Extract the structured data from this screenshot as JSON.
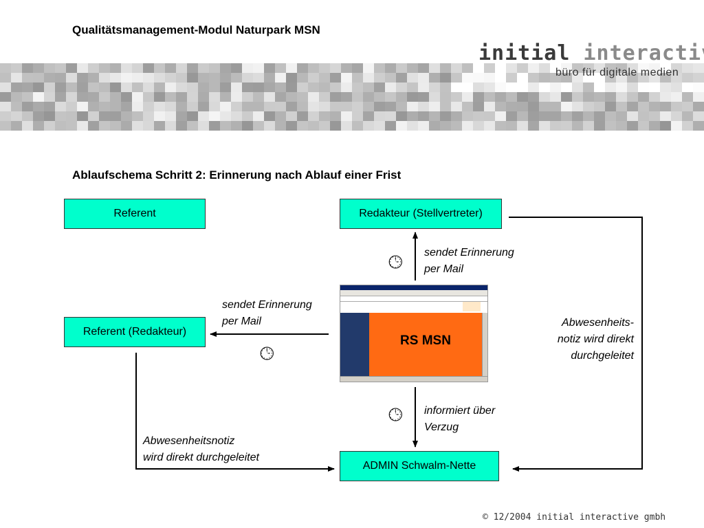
{
  "header": {
    "title": "Qualitätsmanagement-Modul Naturpark MSN"
  },
  "logo": {
    "word1": "initial",
    "word2": "interactive",
    "tagline": "büro für digitale medien"
  },
  "diagram": {
    "title": "Ablaufschema Schritt 2: Erinnerung nach Ablauf einer Frist",
    "nodes": {
      "referent": "Referent",
      "redakteur": "Redakteur (Stellvertreter)",
      "referent_redakteur": "Referent (Redakteur)",
      "admin": "ADMIN Schwalm-Nette"
    },
    "labels": {
      "mail_top_1": "sendet Erinnerung",
      "mail_top_2": "per Mail",
      "mail_left_1": "sendet Erinnerung",
      "mail_left_2": "per Mail",
      "absence_right_1": "Abwesenheits-",
      "absence_right_2": "notiz wird direkt",
      "absence_right_3": "durchgeleitet",
      "informiert_1": "informiert über",
      "informiert_2": "Verzug",
      "absence_bottom_1": "Abwesenheitsnotiz",
      "absence_bottom_2": "wird direkt durchgeleitet"
    },
    "screenshot_label": "RS MSN",
    "clock_icon": "clock-icon",
    "node_color": "#00ffcc"
  },
  "footer": {
    "text": "© 12/2004 initial interactive gmbh"
  }
}
